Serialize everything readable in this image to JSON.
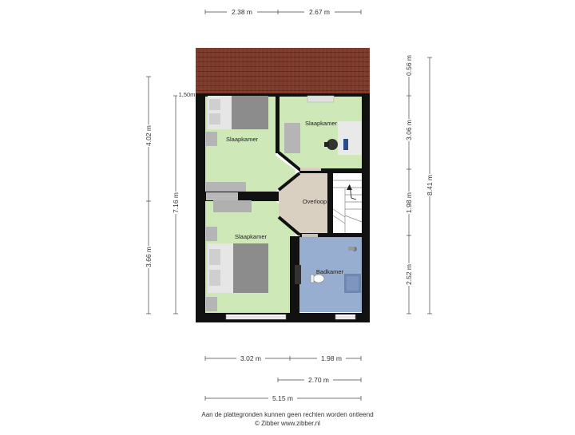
{
  "rooms": {
    "bedroom_top_left": "Slaapkamer",
    "bedroom_top_right": "Slaapkamer",
    "landing": "Overloop",
    "bedroom_bottom": "Slaapkamer",
    "bathroom": "Badkamer"
  },
  "dimensions": {
    "top_left_width": "2.38 m",
    "top_right_width": "2.67 m",
    "corner_label": "1,50m",
    "left_upper": "4.02 m",
    "left_total": "7.16 m",
    "left_lower": "3.66 m",
    "right_roof": "0.56 m",
    "right_upper": "3.06 m",
    "right_middle": "1.98 m",
    "right_lower": "2.52 m",
    "right_total": "8.41 m",
    "bottom_left_width": "3.02 m",
    "bottom_right_width": "1.98 m",
    "bottom_middle": "2.70 m",
    "bottom_total": "5.15 m"
  },
  "footer": {
    "disclaimer": "Aan de plattegronden kunnen geen rechten worden ontleend",
    "credit": "© Zibber www.zibber.nl"
  },
  "colors": {
    "bedroom_fill": "#cfe8b8",
    "bathroom_fill": "#98aed0",
    "landing_fill": "#d9d0c2",
    "roof_fill": "#7a3a2c",
    "wall": "#111111"
  }
}
